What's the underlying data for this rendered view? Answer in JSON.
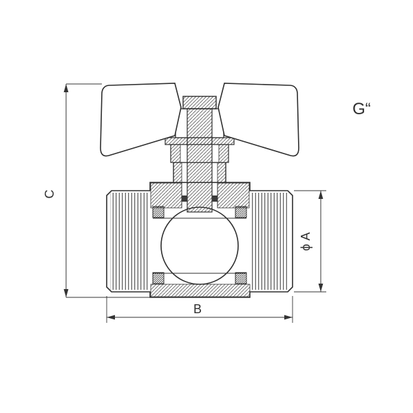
{
  "drawing": {
    "subject": "Ball valve with butterfly handle, cross-section technical drawing",
    "labels": {
      "height": "C",
      "width": "B",
      "diameter": "ϕ A",
      "thread": "G“"
    },
    "colors": {
      "line": "#2e2e2e",
      "dim": "#333333",
      "background": "#ffffff"
    }
  }
}
